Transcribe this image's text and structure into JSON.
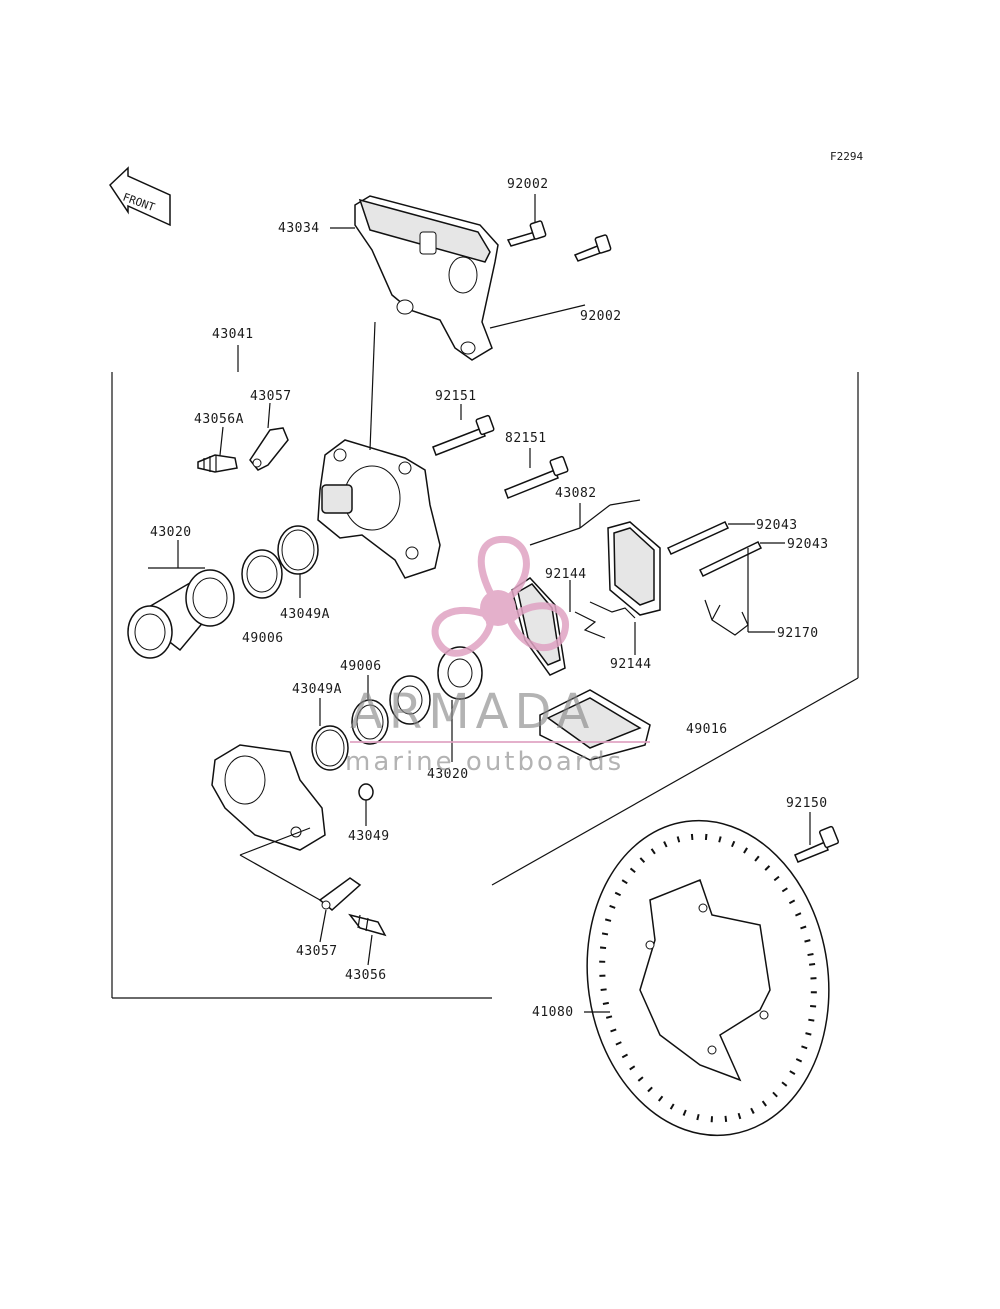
{
  "figure_code": "F2294",
  "front_arrow_label": "FRONT",
  "watermark": {
    "title": "ARMADA",
    "subtitle": "marine outboards",
    "accent_color": "#e0a3c3"
  },
  "parts": [
    "92002",
    "43034",
    "92002",
    "43041",
    "43057",
    "92151",
    "43056A",
    "82151",
    "43082",
    "43020",
    "92043",
    "92043",
    "92144",
    "43049A",
    "49006",
    "92170",
    "92144",
    "49006",
    "43049A",
    "49016",
    "43020",
    "43049",
    "92150",
    "43057",
    "43056",
    "41080"
  ]
}
